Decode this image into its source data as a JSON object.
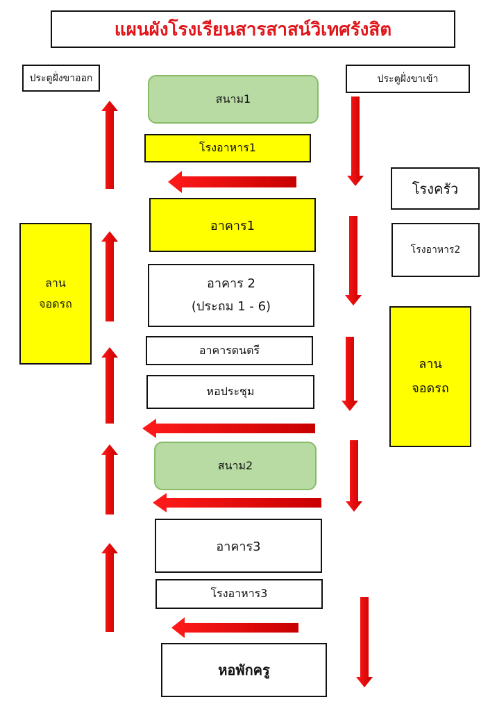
{
  "title": "แผนผังโรงเรียนสารสาสน์วิเทศรังสิต",
  "gates": {
    "exit": "ประตูฝั่งขาออก",
    "entry": "ประตูฝั่งขาเข้า"
  },
  "center": {
    "field1": "สนาม1",
    "canteen1": "โรงอาหาร1",
    "building1": "อาคาร1",
    "building2_line1": "อาคาร 2",
    "building2_line2": "(ประถม 1 - 6)",
    "music_building": "อาคารดนตรี",
    "auditorium": "หอประชุม",
    "field2": "สนาม2",
    "building3": "อาคาร3",
    "canteen3": "โรงอาหาร3",
    "teacher_dorm": "หอพักครู"
  },
  "left": {
    "parking_line1": "ลาน",
    "parking_line2": "จอดรถ"
  },
  "right": {
    "kitchen": "โรงครัว",
    "canteen2": "โรงอาหาร2",
    "parking_line1": "ลาน",
    "parking_line2": "จอดรถ"
  },
  "colors": {
    "arrow": "#e3000f",
    "yellow": "#ffff00",
    "green": "#b8dba4",
    "title": "#e0161b"
  }
}
